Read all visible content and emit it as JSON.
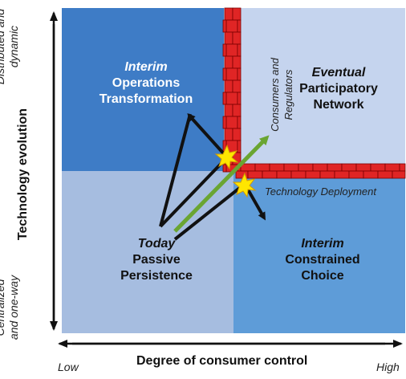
{
  "quadrants": {
    "top_left": {
      "qualifier": "Interim",
      "line1": "Operations",
      "line2": "Transformation"
    },
    "top_right": {
      "qualifier": "Eventual",
      "line1": "Participatory",
      "line2": "Network"
    },
    "bottom_left": {
      "qualifier": "Today",
      "line1": "Passive",
      "line2": "Persistence"
    },
    "bottom_right": {
      "qualifier": "Interim",
      "line1": "Constrained",
      "line2": "Choice"
    }
  },
  "y_axis": {
    "title": "Technology evolution",
    "top_note_1": "Distributed and",
    "top_note_2": "dynamic",
    "bottom_note_1": "Centralized",
    "bottom_note_2": "and one-way"
  },
  "x_axis": {
    "title": "Degree of consumer control",
    "low": "Low",
    "high": "High"
  },
  "walls": {
    "vertical_label_1": "Consumers and",
    "vertical_label_2": "Regulators",
    "horizontal_label": "Technology Deployment"
  },
  "colors": {
    "top_left": "#3e7cc6",
    "top_right": "#c5d4ee",
    "bottom_left": "#a6bde0",
    "bottom_right": "#5e9cd8",
    "brick": "#e02525",
    "green_arrow": "#6aa532",
    "burst": "#ffe600"
  }
}
